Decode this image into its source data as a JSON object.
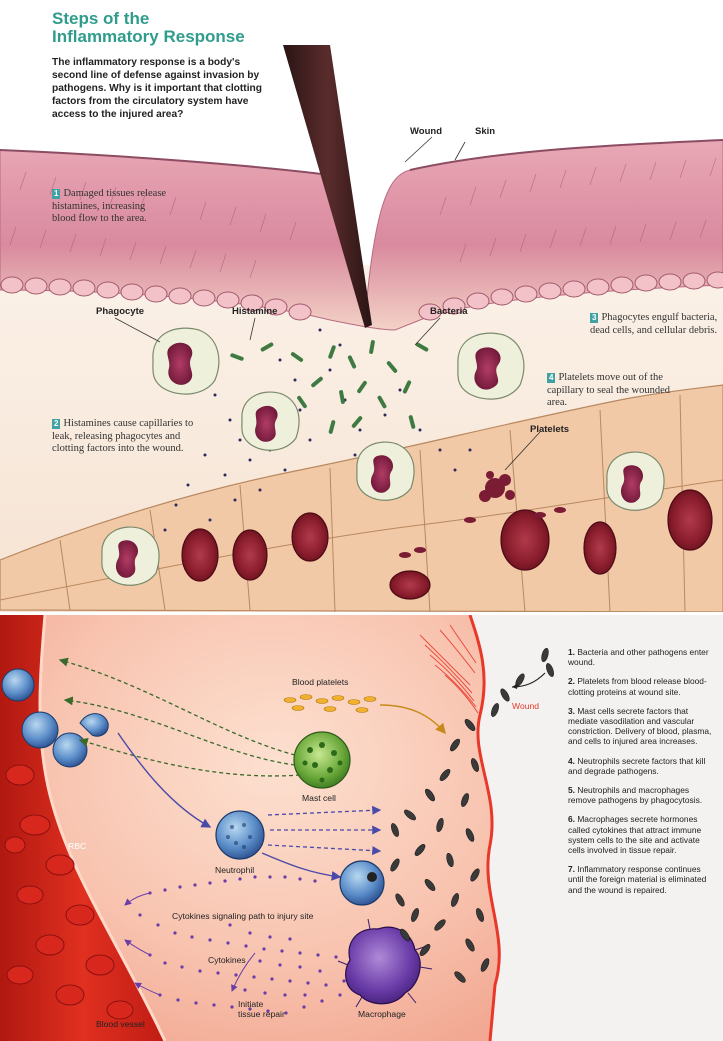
{
  "top": {
    "title_line1": "Steps of the",
    "title_line2": "Inflammatory Response",
    "intro": "The inflammatory response is a body's second line of defense against invasion by pathogens. Why is it important that clotting factors from the circulatory system have access to the injured area?",
    "labels": {
      "wound": "Wound",
      "skin": "Skin",
      "phagocyte": "Phagocyte",
      "histamine": "Histamine",
      "bacteria": "Bacteria",
      "platelets": "Platelets"
    },
    "steps": [
      {
        "num": "1",
        "text": "Damaged tissues release histamines, increasing blood flow to the area."
      },
      {
        "num": "2",
        "text": "Histamines cause capillaries to leak, releasing phagocytes and clotting factors into the wound."
      },
      {
        "num": "3",
        "text": "Phagocytes engulf bacteria, dead cells, and cellular debris."
      },
      {
        "num": "4",
        "text": "Platelets move out of the capillary to seal the wounded area."
      }
    ]
  },
  "bottom": {
    "labels": {
      "blood_platelets": "Blood platelets",
      "mast_cell": "Mast cell",
      "neutrophil": "Neutrophil",
      "rbc": "RBC",
      "cytokines_path": "Cytokines signaling path to injury site",
      "cytokines": "Cytokines",
      "initiate": "Initiate",
      "tissue_repair": "tissue repair",
      "macrophage": "Macrophage",
      "blood_vessel": "Blood vessel",
      "wound": "Wound"
    },
    "steps": [
      {
        "num": "1.",
        "text": "Bacteria and other pathogens enter wound."
      },
      {
        "num": "2.",
        "text": "Platelets from blood release blood-clotting proteins at wound site."
      },
      {
        "num": "3.",
        "text": "Mast cells secrete factors that mediate vasodilation and vascular constriction. Delivery of blood, plasma, and cells to injured area increases."
      },
      {
        "num": "4.",
        "text": "Neutrophils secrete factors that kill and degrade pathogens."
      },
      {
        "num": "5.",
        "text": "Neutrophils and macrophages remove pathogens by phagocytosis."
      },
      {
        "num": "6.",
        "text": "Macrophages secrete hormones called cytokines that attract immune system cells to the site and activate cells involved in tissue repair."
      },
      {
        "num": "7.",
        "text": "Inflammatory response continues until the foreign material is eliminated and the wound is repaired."
      }
    ]
  },
  "colors": {
    "title": "#2f9c8c",
    "step_badge": "#3fa3a6",
    "skin": "#d98a9e",
    "vessel": "#d8281e",
    "wound_edge": "#e8382a"
  }
}
